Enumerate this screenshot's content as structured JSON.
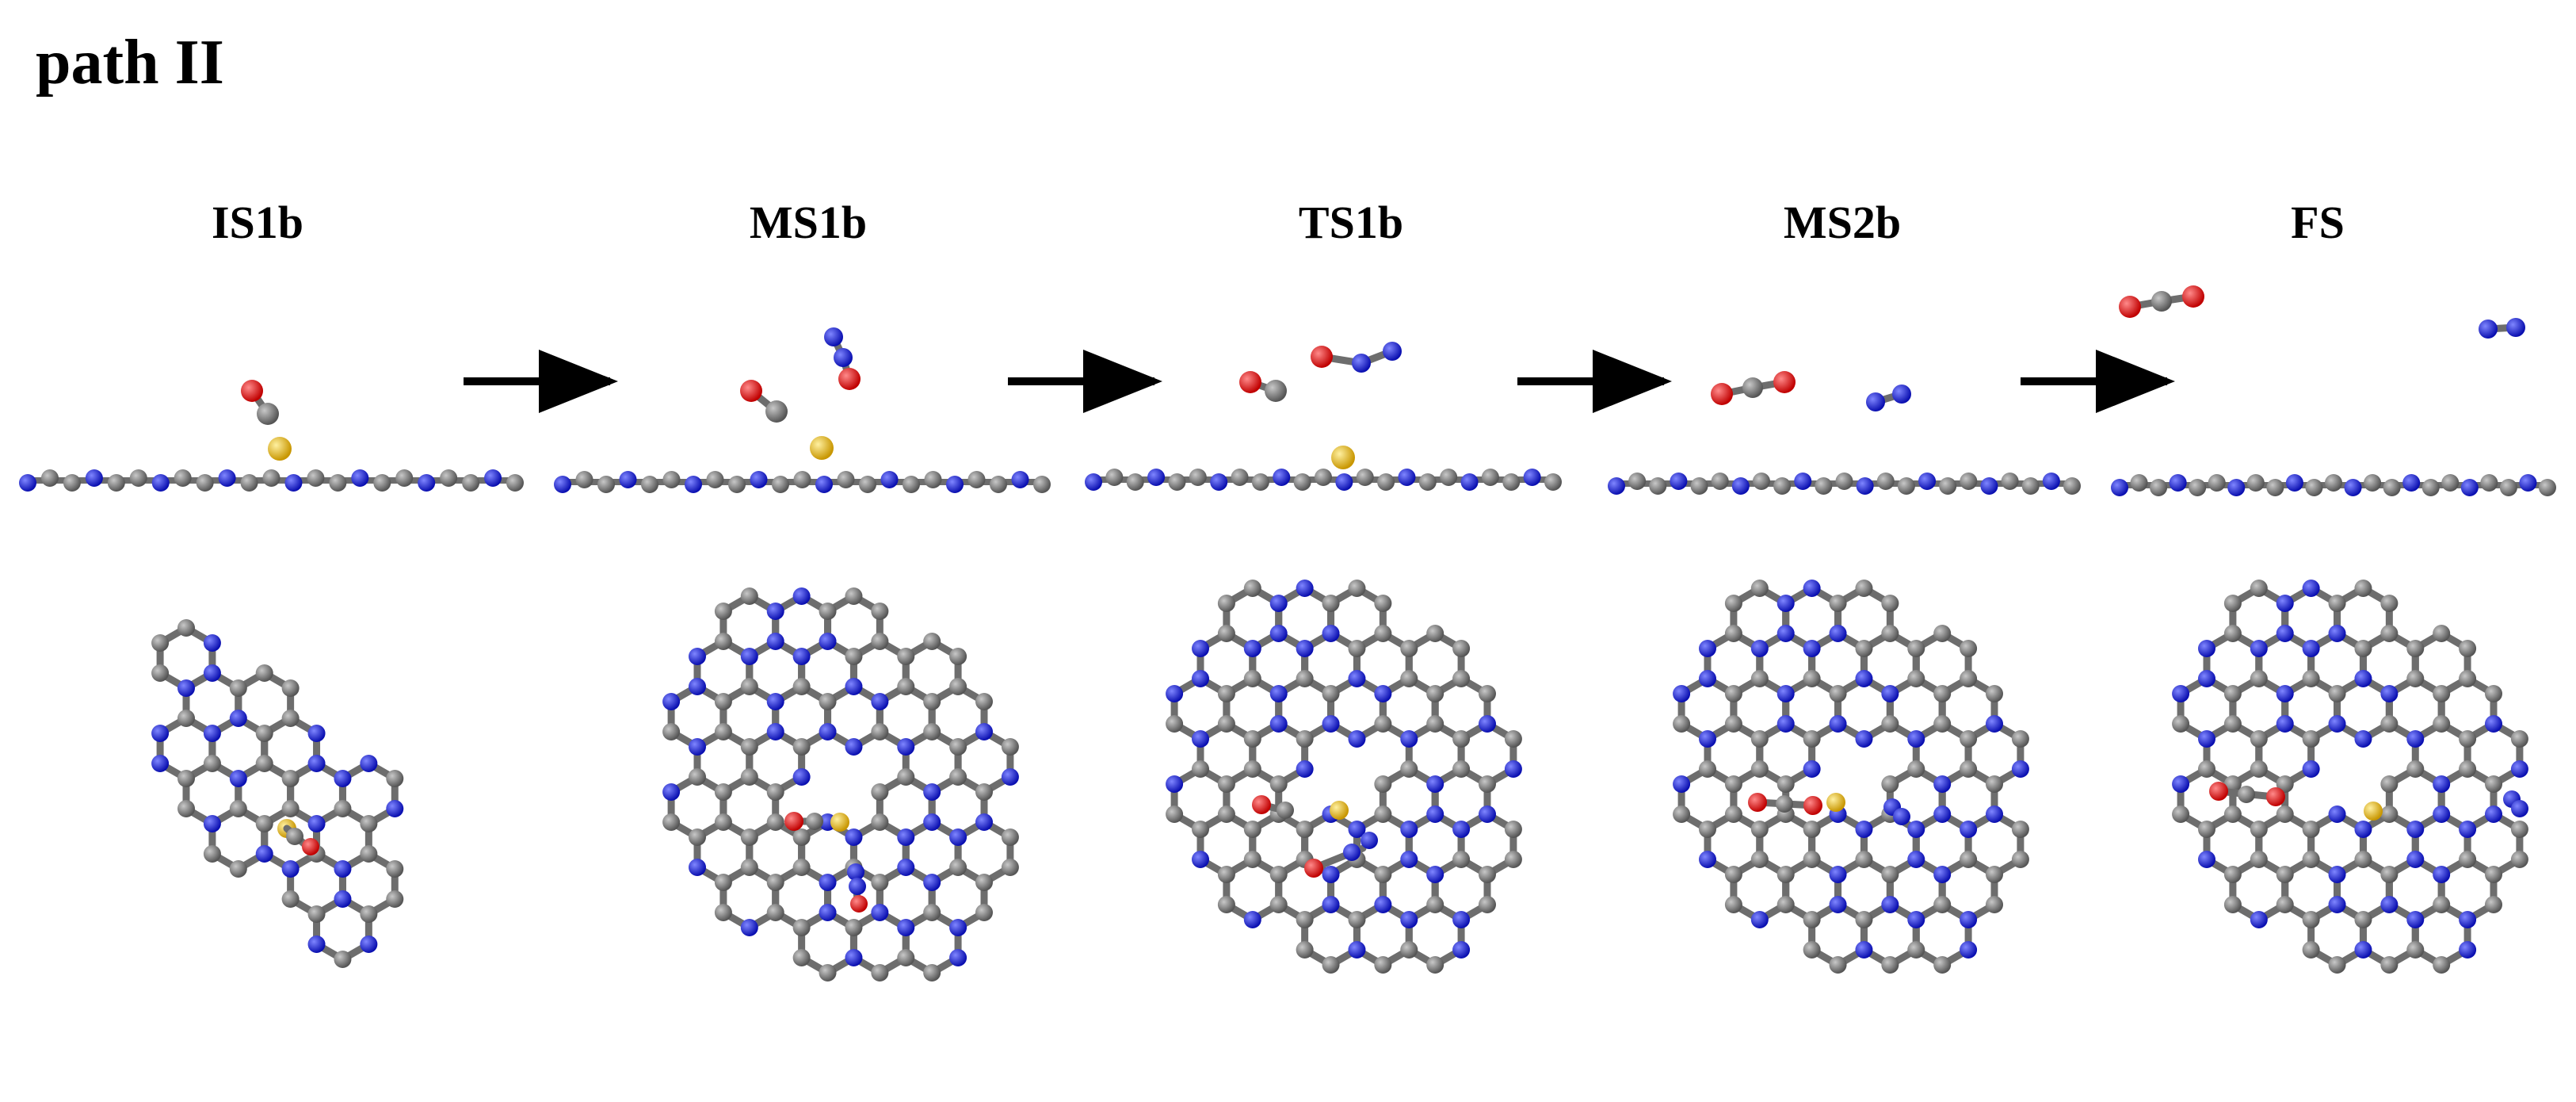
{
  "figure": {
    "heading": "path II",
    "panels": [
      {
        "id": "IS1b",
        "label": "IS1b"
      },
      {
        "id": "MS1b",
        "label": "MS1b"
      },
      {
        "id": "TS1b",
        "label": "TS1b"
      },
      {
        "id": "MS2b",
        "label": "MS2b"
      },
      {
        "id": "FS",
        "label": "FS"
      }
    ]
  },
  "colors": {
    "carbon": "#6f6f6f",
    "nitrogen": "#1a1ad6",
    "oxygen": "#e00000",
    "metal": "#e6b800",
    "bond": "#6d6d6d",
    "arrow": "#000000",
    "text": "#000000"
  }
}
